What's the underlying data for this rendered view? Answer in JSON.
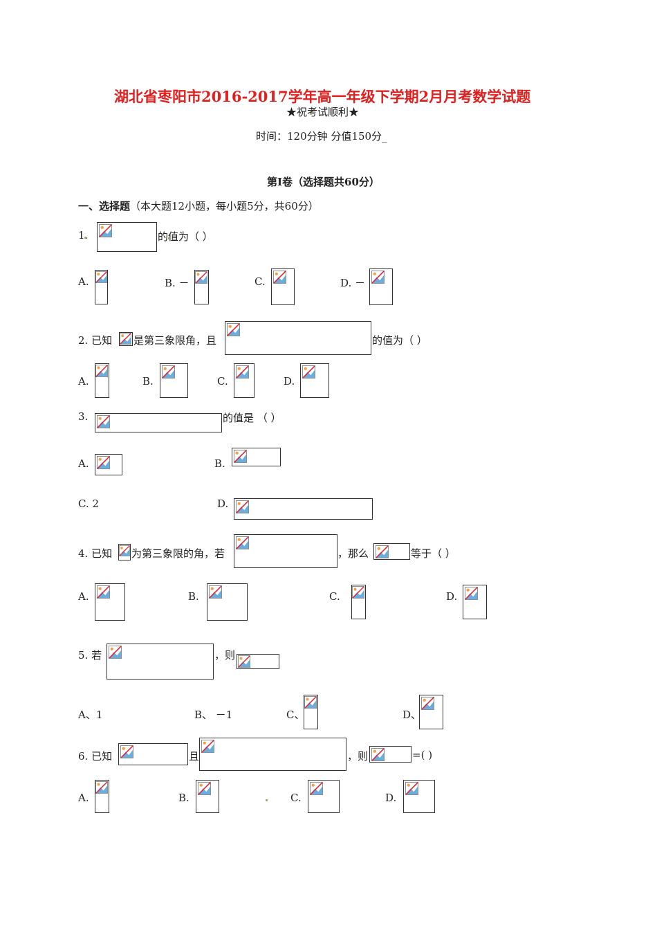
{
  "header": {
    "title": "湖北省枣阳市2016-2017学年高一年级下学期2月月考数学试题",
    "blessing": "★祝考试顺利★",
    "time_info": "时间：120分钟  分值150分_"
  },
  "part": {
    "heading": "第Ⅰ卷（选择题共60分）",
    "section_title": "一、选择题",
    "section_note": "（本大题12小题，每小题5分，共60分）"
  },
  "questions": {
    "q1": {
      "num": "1.",
      "text": "的值为（          ）",
      "a": "A.",
      "b": "B. －",
      "c": "C.",
      "d": "D. －"
    },
    "q2": {
      "num": "2. 已知",
      "text1": "是第三象限角，且",
      "text2": "的值为（     ）",
      "a": "A.",
      "b": "B.",
      "c": "C.",
      "d": "D."
    },
    "q3": {
      "num": "3.",
      "text": "的值是   （     ）",
      "a": "A.",
      "b": "B.",
      "c": "C. 2",
      "d": "D."
    },
    "q4": {
      "num": "4. 已知",
      "text1": "为第三象限的角，若",
      "text2": "，那么",
      "text3": "等于（     ）",
      "a": "A.",
      "b": "B.",
      "c": "C.",
      "d": "D."
    },
    "q5": {
      "num": "5. 若",
      "text1": "，则",
      "a": "A、1",
      "b": "B、 －1",
      "c": "C、",
      "d": "D、"
    },
    "q6": {
      "num": "6. 已知",
      "text1": "且",
      "text2": "，则",
      "text3": "=(     )",
      "a": "A.",
      "b": "B.",
      "c": "C.",
      "d": "D."
    }
  }
}
